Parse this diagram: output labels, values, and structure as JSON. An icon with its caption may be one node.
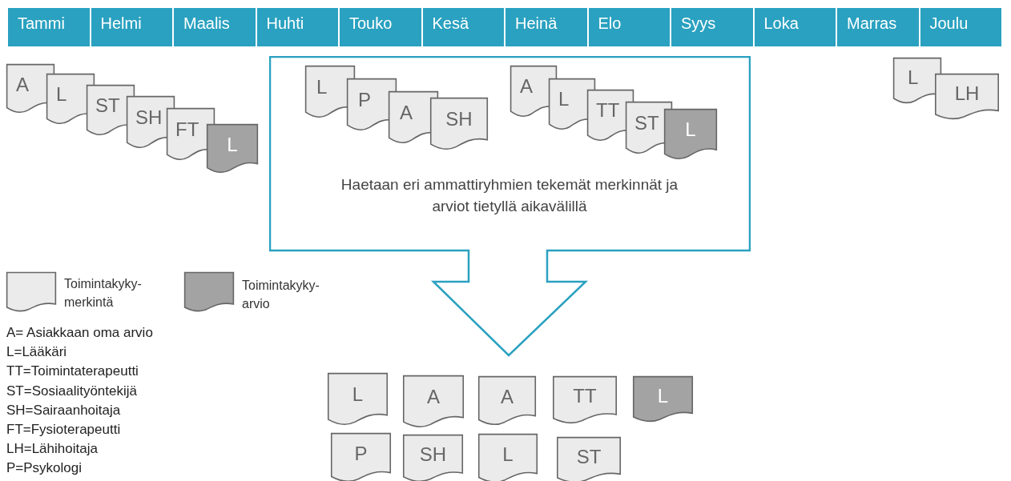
{
  "diagram": {
    "nodes": [
      {
        "text": [
          "Tammi"
        ]
      },
      {
        "text": [
          "Helmi"
        ]
      },
      {
        "text": [
          "Maalis"
        ]
      },
      {
        "text": [
          "Huhti"
        ]
      },
      {
        "text": [
          "Touko"
        ]
      },
      {
        "text": [
          "Kesä"
        ]
      },
      {
        "text": [
          "Heinä"
        ]
      },
      {
        "text": [
          "Elo"
        ]
      },
      {
        "text": [
          "Syys"
        ]
      },
      {
        "text": [
          "Loka"
        ]
      },
      {
        "text": [
          "Marras"
        ]
      },
      {
        "text": [
          "Joulu"
        ]
      },
      {
        "text": [
          "A"
        ]
      },
      {
        "text": [
          "L"
        ]
      },
      {
        "text": [
          "ST"
        ]
      },
      {
        "text": [
          "SH"
        ]
      },
      {
        "text": [
          "FT"
        ]
      },
      {
        "text": [
          "L"
        ]
      },
      {
        "text": [
          "Haetaan eri ammattiryhmien tekemät merkinnät ja arviot tietyllä aikavälillä"
        ]
      },
      {
        "text": [
          "L"
        ],
        "in": 18
      },
      {
        "text": [
          "P"
        ],
        "in": 18
      },
      {
        "text": [
          "A"
        ],
        "in": 18
      },
      {
        "text": [
          "SH"
        ],
        "in": 18
      },
      {
        "text": [
          "A"
        ],
        "in": 18
      },
      {
        "text": [
          "L"
        ],
        "in": 18
      },
      {
        "text": [
          "TT"
        ],
        "in": 18
      },
      {
        "text": [
          "ST"
        ],
        "in": 18
      },
      {
        "text": [
          "L"
        ],
        "in": 18
      },
      {
        "text": [
          "L"
        ]
      },
      {
        "text": [
          "LH"
        ]
      },
      {
        "text": [
          "L"
        ]
      },
      {
        "text": [
          "A"
        ]
      },
      {
        "text": [
          "A"
        ]
      },
      {
        "text": [
          "TT"
        ]
      },
      {
        "text": [
          "L"
        ]
      },
      {
        "text": [
          "P"
        ]
      },
      {
        "text": [
          "SH"
        ]
      },
      {
        "text": [
          "L"
        ]
      },
      {
        "text": [
          "ST"
        ]
      }
    ],
    "edges": [],
    "labels": [
      "A= Asiakkaan oma arvio",
      "L=Lääkäri",
      "TT=Toimintaterapeutti",
      "ST=Sosiaalityöntekijä",
      "SH=Sairaanhoitaja",
      "FT=Fysioterapeutti",
      "LH=Lähihoitaja",
      "P=Psykologi"
    ],
    "legend": [
      {
        "text": "Toimintakyky-merkintä"
      },
      {
        "text": "Toimintakyky-arvio"
      }
    ]
  }
}
